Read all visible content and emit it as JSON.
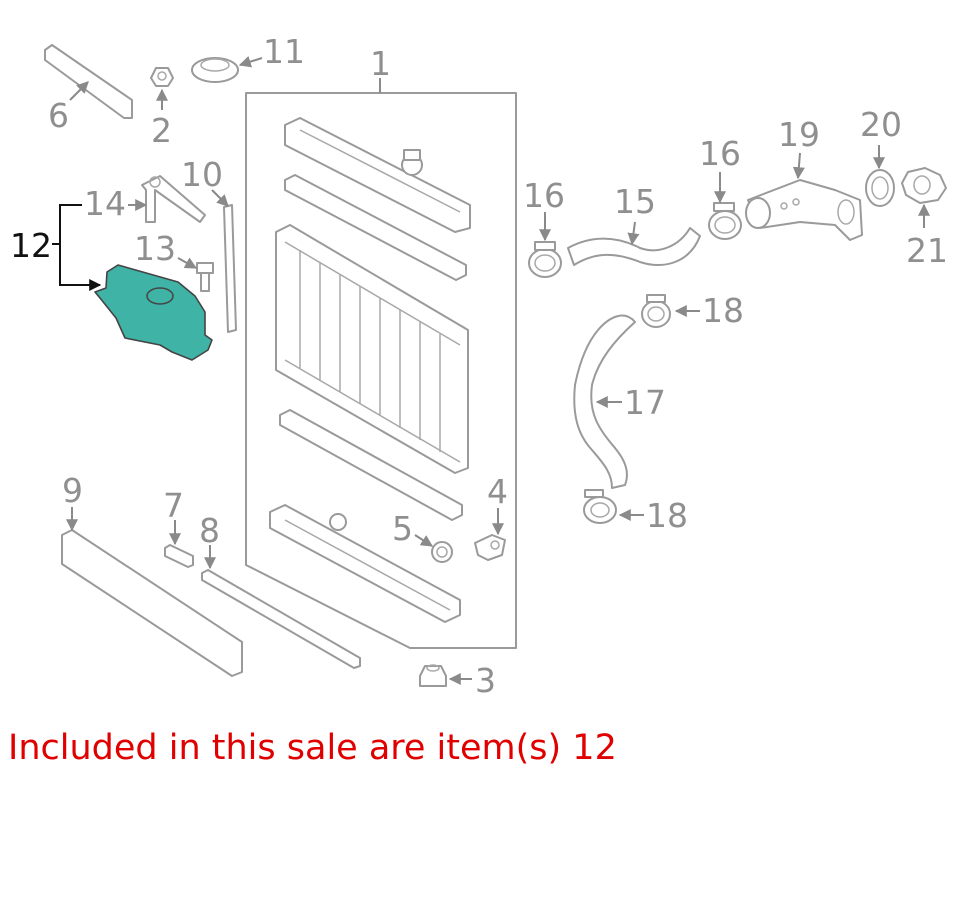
{
  "callouts": {
    "c1": "1",
    "c2": "2",
    "c3": "3",
    "c4": "4",
    "c5": "5",
    "c6": "6",
    "c7": "7",
    "c8": "8",
    "c9": "9",
    "c10": "10",
    "c11": "11",
    "c12": "12",
    "c13": "13",
    "c14": "14",
    "c15": "15",
    "c16a": "16",
    "c16b": "16",
    "c17": "17",
    "c18a": "18",
    "c18b": "18",
    "c19": "19",
    "c20": "20",
    "c21": "21"
  },
  "colors": {
    "highlight_fill": "#3fb3a6",
    "note_text": "#e00000"
  },
  "highlighted_item": "12",
  "sale_note": "Included in this sale are item(s) 12"
}
